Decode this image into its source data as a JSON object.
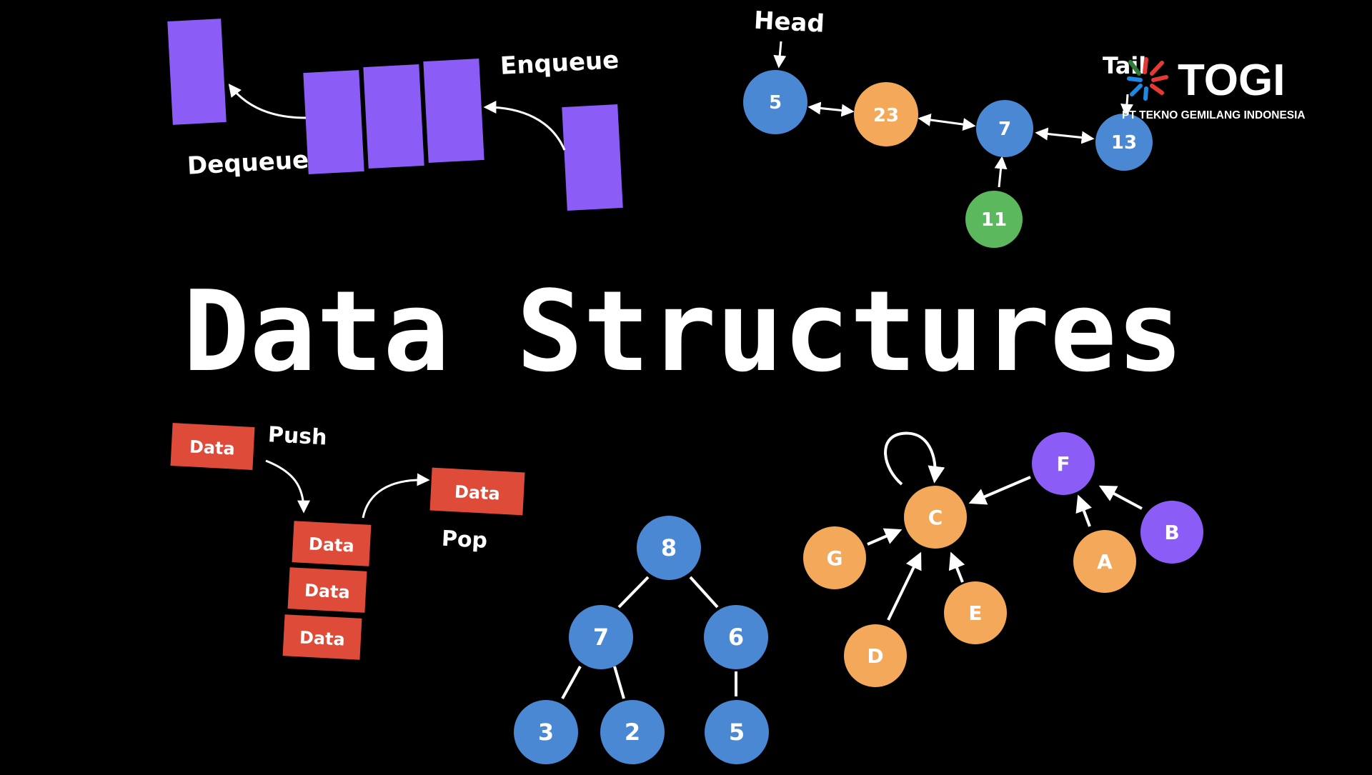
{
  "title": "Data Structures",
  "brand": {
    "name": "TOGI",
    "subtitle": "PT TEKNO GEMILANG INDONESIA"
  },
  "queue": {
    "enqueue_label": "Enqueue",
    "dequeue_label": "Dequeue",
    "color": "#8b5cf6"
  },
  "linked_list": {
    "head_label": "Head",
    "tail_label": "Tail",
    "nodes": [
      "5",
      "23",
      "7",
      "13",
      "11"
    ]
  },
  "stack": {
    "push_label": "Push",
    "pop_label": "Pop",
    "item_label": "Data",
    "color": "#de4b39"
  },
  "tree": {
    "nodes": [
      "8",
      "7",
      "6",
      "3",
      "2",
      "5"
    ]
  },
  "graph": {
    "nodes": [
      "C",
      "F",
      "B",
      "A",
      "G",
      "E",
      "D"
    ]
  },
  "colors": {
    "blue": "#4b88d4",
    "orange": "#f4a85a",
    "green": "#5cb85c",
    "purple": "#8b5cf6",
    "red": "#de4b39"
  }
}
